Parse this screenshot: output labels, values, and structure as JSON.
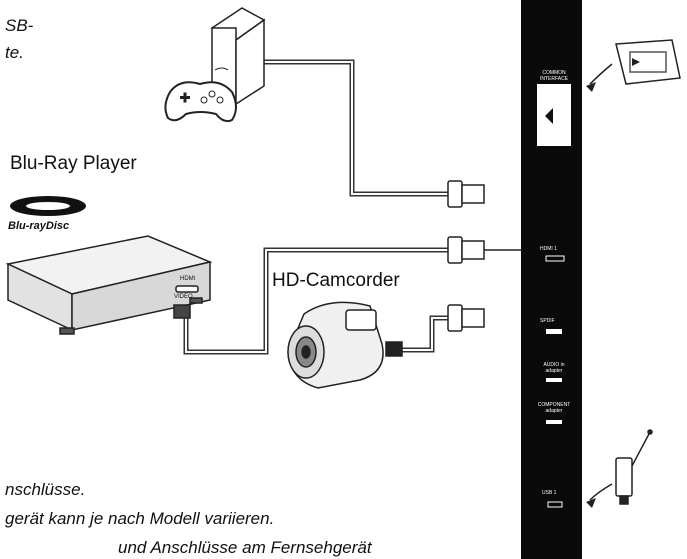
{
  "top_text": [
    "SB-",
    "te."
  ],
  "devices": {
    "bluray_label": "Blu-Ray Player",
    "bluray_logo_text": "Blu-rayDisc",
    "camcorder_label": "HD-Camcorder",
    "bluray_port_hdmi": "HDMI",
    "bluray_port_video": "VIDEO"
  },
  "tv_panel": {
    "common_interface": "COMMON INTERFACE",
    "hdmi": "HDMI 1",
    "spdif": "SPDIF",
    "audio_in": "AUDIO in adapter",
    "component": "COMPONENT adapter",
    "usb": "USB 1"
  },
  "bottom_text": [
    "nschlüsse.",
    "gerät kann je nach Modell variieren.",
    "und Anschlüsse am Fernsehgerät"
  ]
}
